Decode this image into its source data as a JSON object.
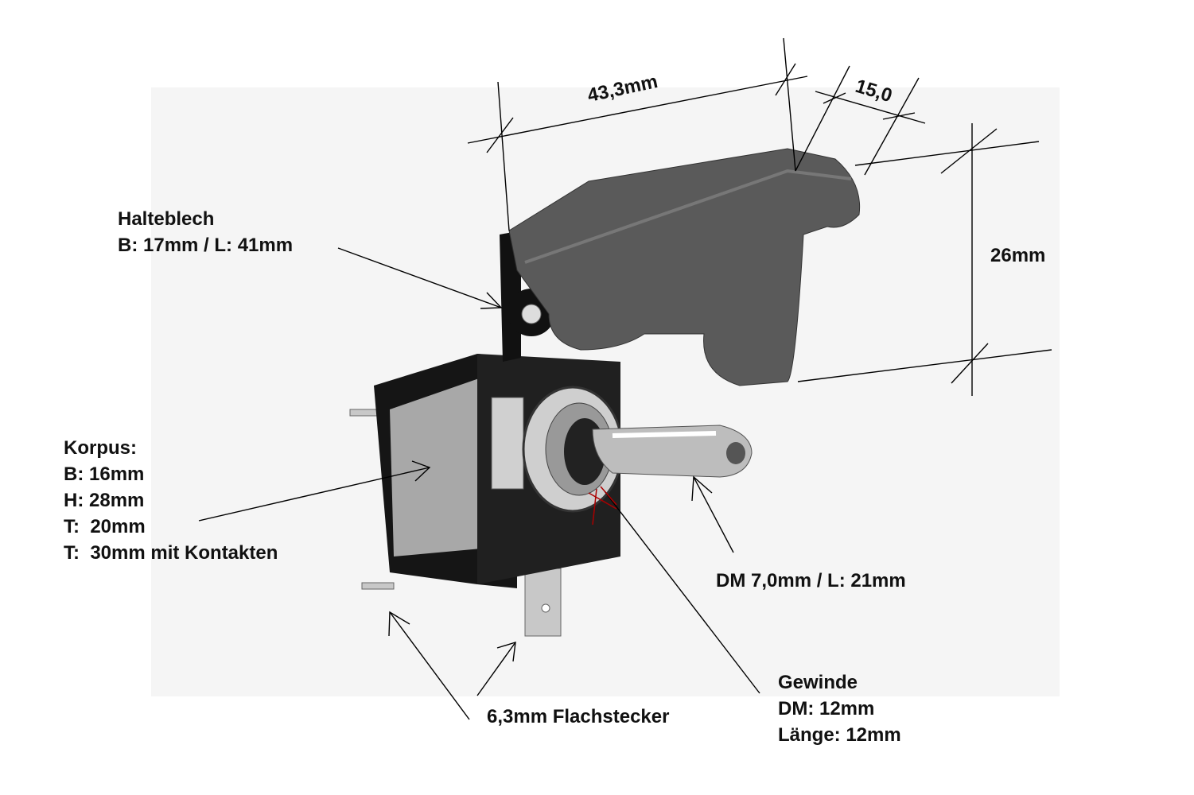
{
  "dimensions": {
    "cover_length": "43,3mm",
    "cover_width": "15,0",
    "cover_height": "26mm"
  },
  "halteblech": {
    "title": "Halteblech",
    "size": "B: 17mm / L: 41mm"
  },
  "korpus": {
    "title": "Korpus:",
    "lines": [
      "B: 16mm",
      "H: 28mm",
      "T:  20mm",
      "T:  30mm mit Kontakten"
    ]
  },
  "lever": "DM 7,0mm / L: 21mm",
  "gewinde": {
    "title": "Gewinde",
    "dm": "DM: 12mm",
    "length": "Länge: 12mm"
  },
  "connector": "6,3mm Flachstecker"
}
